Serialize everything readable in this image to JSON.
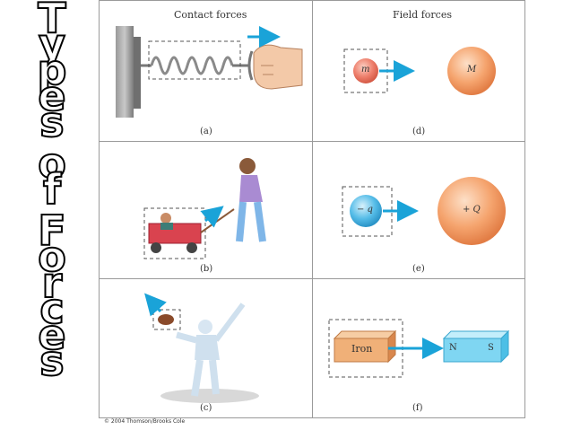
{
  "side_title": {
    "words": [
      "Types",
      "of",
      "Forces"
    ]
  },
  "headers": {
    "contact": "Contact forces",
    "field": "Field forces"
  },
  "captions": {
    "a": "(a)",
    "b": "(b)",
    "c": "(c)",
    "d": "(d)",
    "e": "(e)",
    "f": "(f)"
  },
  "labels": {
    "small_mass": "m",
    "large_mass": "M",
    "neg_charge": "− q",
    "pos_charge": "+ Q",
    "iron": "Iron",
    "north": "N",
    "south": "S"
  },
  "copyright": "© 2004 Thomson/Brooks Cole",
  "colors": {
    "arrow": "#1aa3d8",
    "mass_orange": "#f2a06a",
    "charge_blue": "#4fb9e6",
    "iron": "#f0b078",
    "magnet": "#7fd6f2",
    "dash_box": "#555555"
  }
}
